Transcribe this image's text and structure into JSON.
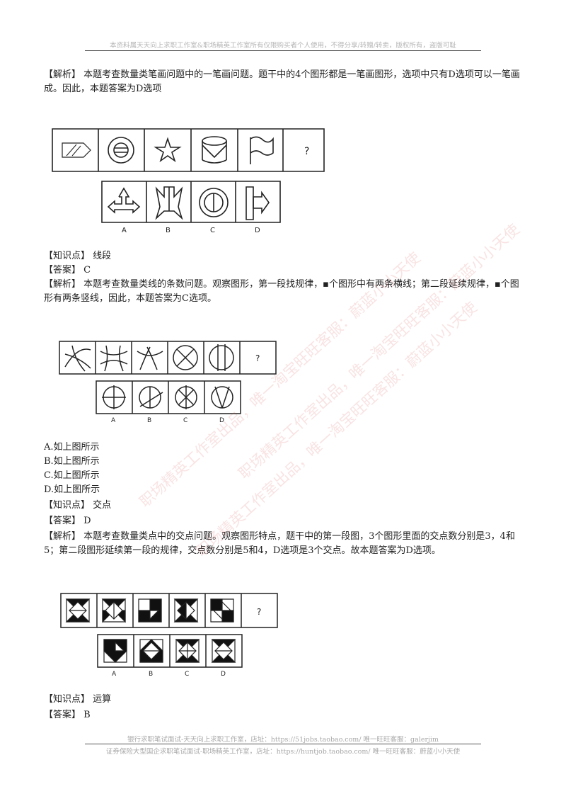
{
  "header": "本资料属天天向上求职工作室&职场精英工作室所有仅限购买者个人使用，不得分享/转赠/转卖，版权所有，盗版可耻",
  "sections": [
    {
      "jiexi": "【解析】  本题考查数量类笔画问题中的一笔画问题。题干中的4个图形都是一笔画图形，选项中只有D选项可以一笔画成。因此，本题答案为D选项"
    },
    {
      "zhishi": "【知识点】  线段",
      "daan": "【答案】  C",
      "jiexi": "【解析】  本题考查数量类线的条数问题。观察图形，第一段找规律，▪个图形中有两条横线；第二段延续规律，▪个图形有两条竖线，因此，本题答案为C选项。"
    },
    {
      "options": [
        "A.如上图所示",
        "B.如上图所示",
        "C.如上图所示",
        "D.如上图所示"
      ],
      "zhishi": "【知识点】  交点",
      "daan": "【答案】  D",
      "jiexi": "【解析】  本题考查数量类点中的交点问题。观察图形特点，题干中的第一段图，3个图形里面的交点数分别是3，4和5；第二段图形延续第一段的规律，交点数分别是5和4，D选项是3个交点。故本题答案为D选项。"
    },
    {
      "zhishi": "【知识点】  运算",
      "daan": "【答案】  B"
    }
  ],
  "figure_labels": {
    "qmark": "?",
    "a": "A",
    "b": "B",
    "c": "C",
    "d": "D"
  },
  "footer": {
    "line1": "银行求职笔试面试-天天向上求职工作室，店址：https://51jobs.taobao.com/ 唯一旺旺客服：galerjim",
    "line2": "证券保险大型国企求职笔试面试-职场精英工作室，店址：https://huntjob.taobao.com/ 唯一旺旺客服：蔚蓝小小天使"
  },
  "watermarks": [
    "职场精英工作室出品，唯一淘宝旺旺客服：蔚蓝小小天使",
    "职场精英工作室出品，唯一淘宝旺旺客服：蔚蓝小小天使",
    "职场精英工作室出品，唯一淘宝旺旺客服：蔚蓝小小天使"
  ]
}
